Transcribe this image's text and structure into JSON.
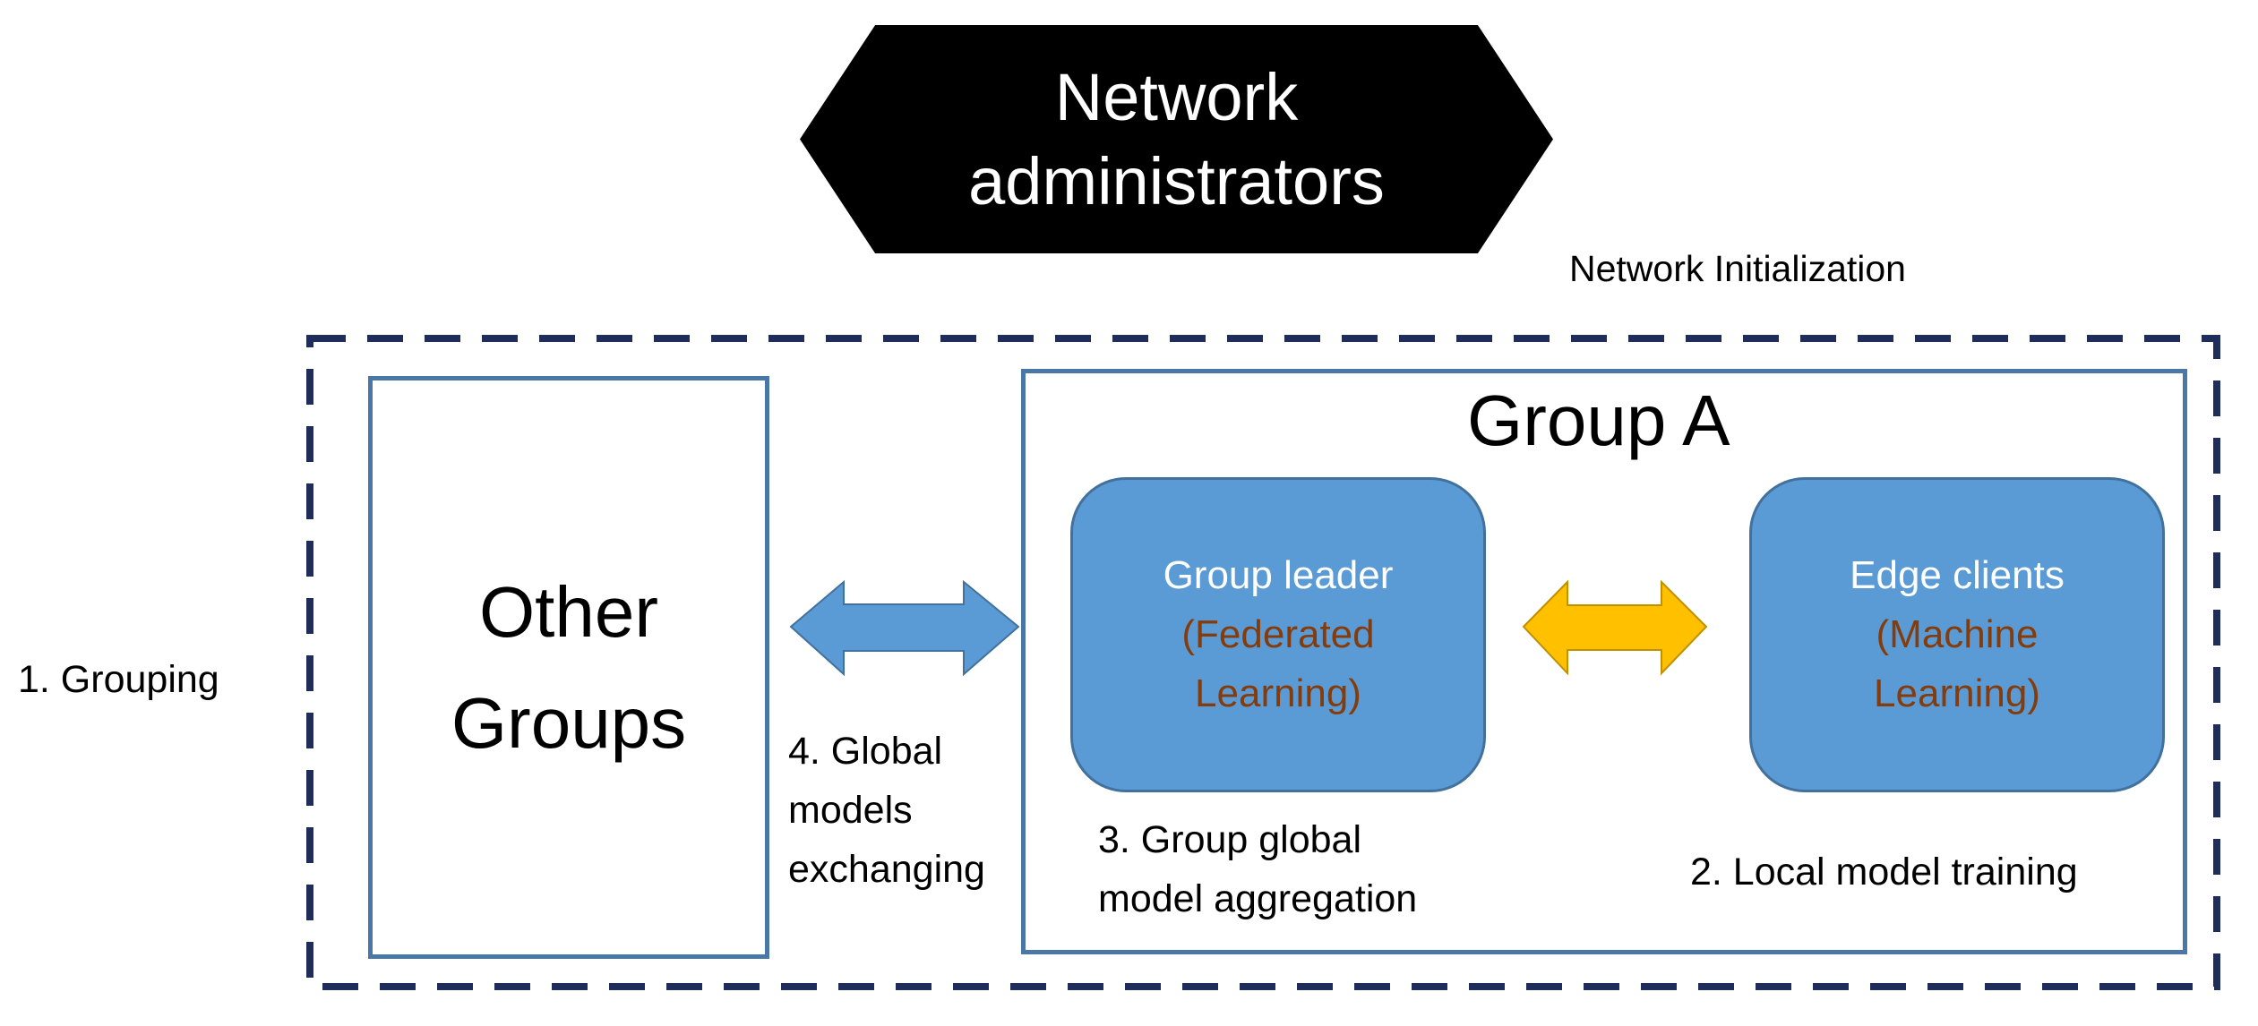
{
  "diagram": {
    "admin": {
      "line1": "Network",
      "line2": "administrators"
    },
    "network_initialization": "Network Initialization",
    "grouping_label": "1. Grouping",
    "other_groups": {
      "line1": "Other",
      "line2": "Groups"
    },
    "group_a": {
      "title": "Group A",
      "leader": {
        "title": "Group leader",
        "sub1": "(Federated",
        "sub2": "Learning)"
      },
      "edge": {
        "title": "Edge clients",
        "sub1": "(Machine",
        "sub2": "Learning)"
      }
    },
    "steps": {
      "step4": {
        "line1": "4. Global",
        "line2": "models",
        "line3": "exchanging"
      },
      "step3": {
        "line1": "3. Group global",
        "line2": "model aggregation"
      },
      "step2": "2. Local model training"
    },
    "colors": {
      "admin_fill": "#000000",
      "outer_dash": "#1f2d5a",
      "box_border": "#4a77a8",
      "node_fill": "#5b9bd5",
      "node_subtext": "#843c0c",
      "arrow_blue": "#5b9bd5",
      "arrow_gold": "#ffc000"
    }
  }
}
